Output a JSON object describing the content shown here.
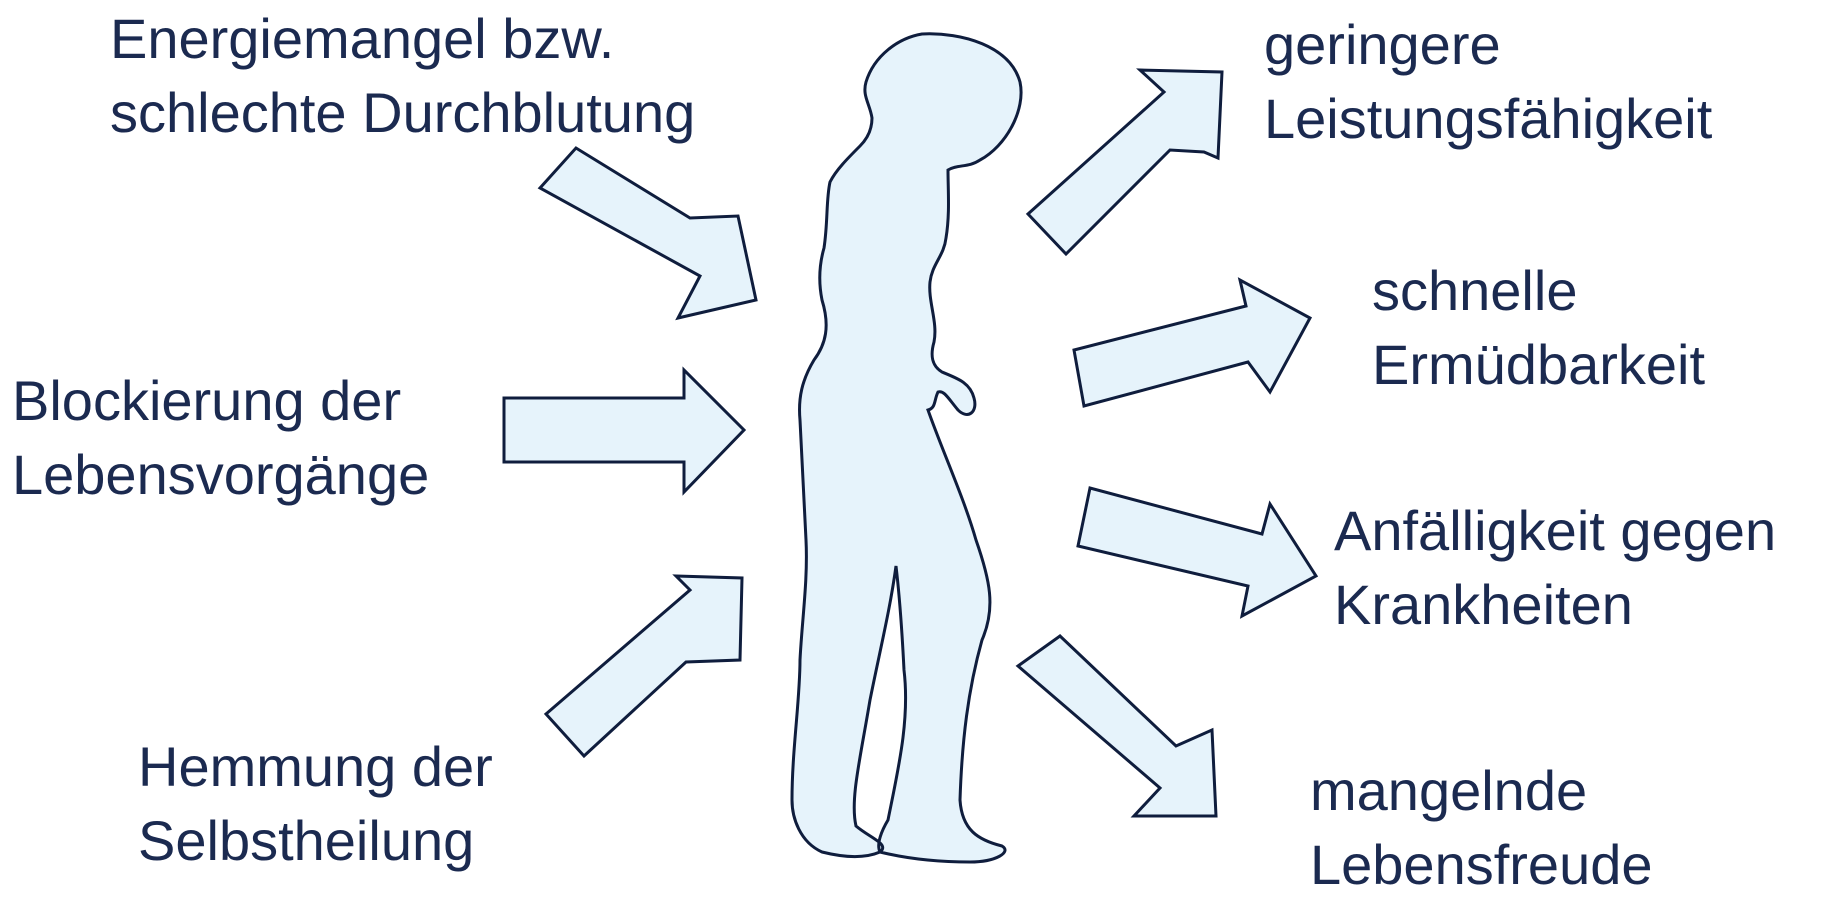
{
  "colors": {
    "fill": "#e6f3fb",
    "stroke": "#0f1d3d",
    "text": "#1b2a50"
  },
  "causes": [
    {
      "lines": [
        "Energiemangel bzw.",
        "schlechte Durchblutung"
      ]
    },
    {
      "lines": [
        "Blockierung der",
        "Lebensvorgänge"
      ]
    },
    {
      "lines": [
        "Hemmung der",
        "Selbstheilung"
      ]
    }
  ],
  "effects": [
    {
      "lines": [
        "geringere",
        "Leistungsfähigkeit"
      ]
    },
    {
      "lines": [
        "schnelle",
        "Ermüdbarkeit"
      ]
    },
    {
      "lines": [
        "Anfälligkeit gegen",
        "Krankheiten"
      ]
    },
    {
      "lines": [
        "mangelnde",
        "Lebensfreude"
      ]
    }
  ]
}
